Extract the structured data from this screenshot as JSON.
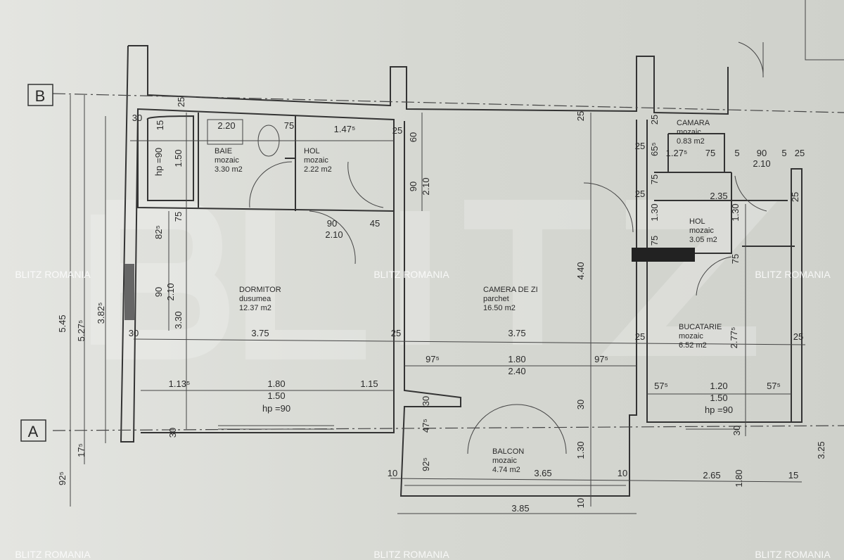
{
  "grid_labels": [
    "B",
    "A"
  ],
  "rooms": [
    {
      "name": "BAIE",
      "finish": "mozaic",
      "area": "3.30 m2"
    },
    {
      "name": "HOL",
      "finish": "mozaic",
      "area": "2.22 m2"
    },
    {
      "name": "DORMITOR",
      "finish": "dusumea",
      "area": "12.37 m2"
    },
    {
      "name": "CAMERA DE ZI",
      "finish": "parchet",
      "area": "16.50 m2"
    },
    {
      "name": "CAMARA",
      "finish": "mozaic",
      "area": "0.83 m2"
    },
    {
      "name": "HOL",
      "finish": "mozaic",
      "area": "3.05 m2"
    },
    {
      "name": "BUCATARIE",
      "finish": "mozaic",
      "area": "6.52 m2"
    },
    {
      "name": "BALCON",
      "finish": "mozaic",
      "area": "4.74 m2"
    }
  ],
  "dimensions": [
    "2.20",
    "1.47⁵",
    "75",
    "25",
    "30",
    "15",
    "hp =90",
    "1.50",
    "25",
    "60",
    "90",
    "2.10",
    "90",
    "2.10",
    "45",
    "75",
    "82⁵",
    "90",
    "2.10",
    "3.30",
    "3.75",
    "30",
    "25",
    "3.75",
    "25",
    "25",
    "97⁵",
    "1.80",
    "97⁵",
    "2.40",
    "1.13⁵",
    "1.80",
    "1.15",
    "1.50",
    "hp =90",
    "30",
    "30",
    "47⁵",
    "92⁵",
    "10",
    "3.65",
    "10",
    "30",
    "1.30",
    "10",
    "3.85",
    "4.40",
    "25",
    "3.82⁵",
    "5.27⁵",
    "5.45",
    "17⁵",
    "92⁵",
    "57⁵",
    "1.20",
    "57⁵",
    "1.50",
    "hp =90",
    "2.65",
    "1.80",
    "15",
    "3.25",
    "2.77⁵",
    "30",
    "25",
    "25",
    "65⁵",
    "1.27⁵",
    "75",
    "5",
    "90",
    "5",
    "25",
    "2.10",
    "2.35",
    "25",
    "25",
    "75",
    "1.30",
    "1.30",
    "75",
    "75"
  ],
  "watermark": {
    "big": "BLITZ",
    "small": "BLITZ ROMANIA"
  }
}
